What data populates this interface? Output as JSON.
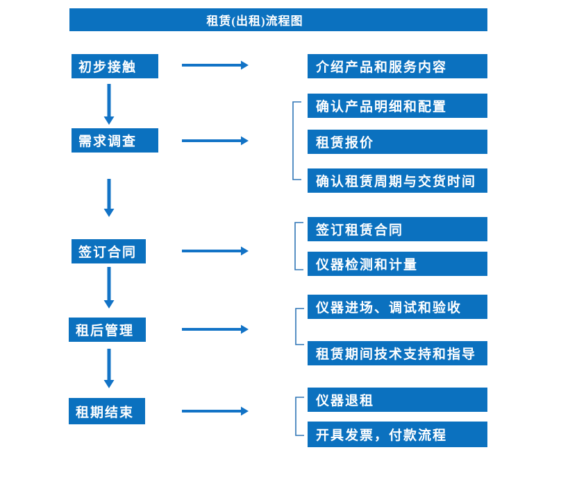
{
  "title": "租赁(出租)流程图",
  "colors": {
    "box": "#0b71bf",
    "arrow": "#1273c6",
    "bracket": "#2e75b6",
    "text": "#ffffff",
    "bg": "#ffffff"
  },
  "stages": [
    {
      "label": "初步接触",
      "details": [
        "介绍产品和服务内容"
      ]
    },
    {
      "label": "需求调查",
      "details": [
        "确认产品明细和配置",
        "租赁报价",
        "确认租赁周期与交货时间"
      ]
    },
    {
      "label": "签订合同",
      "details": [
        "签订租赁合同",
        "仪器检测和计量"
      ]
    },
    {
      "label": "租后管理",
      "details": [
        "仪器进场、调试和验收",
        "租赁期间技术支持和指导"
      ]
    },
    {
      "label": "租期结束",
      "details": [
        "仪器退租",
        "开具发票，付款流程"
      ]
    }
  ]
}
